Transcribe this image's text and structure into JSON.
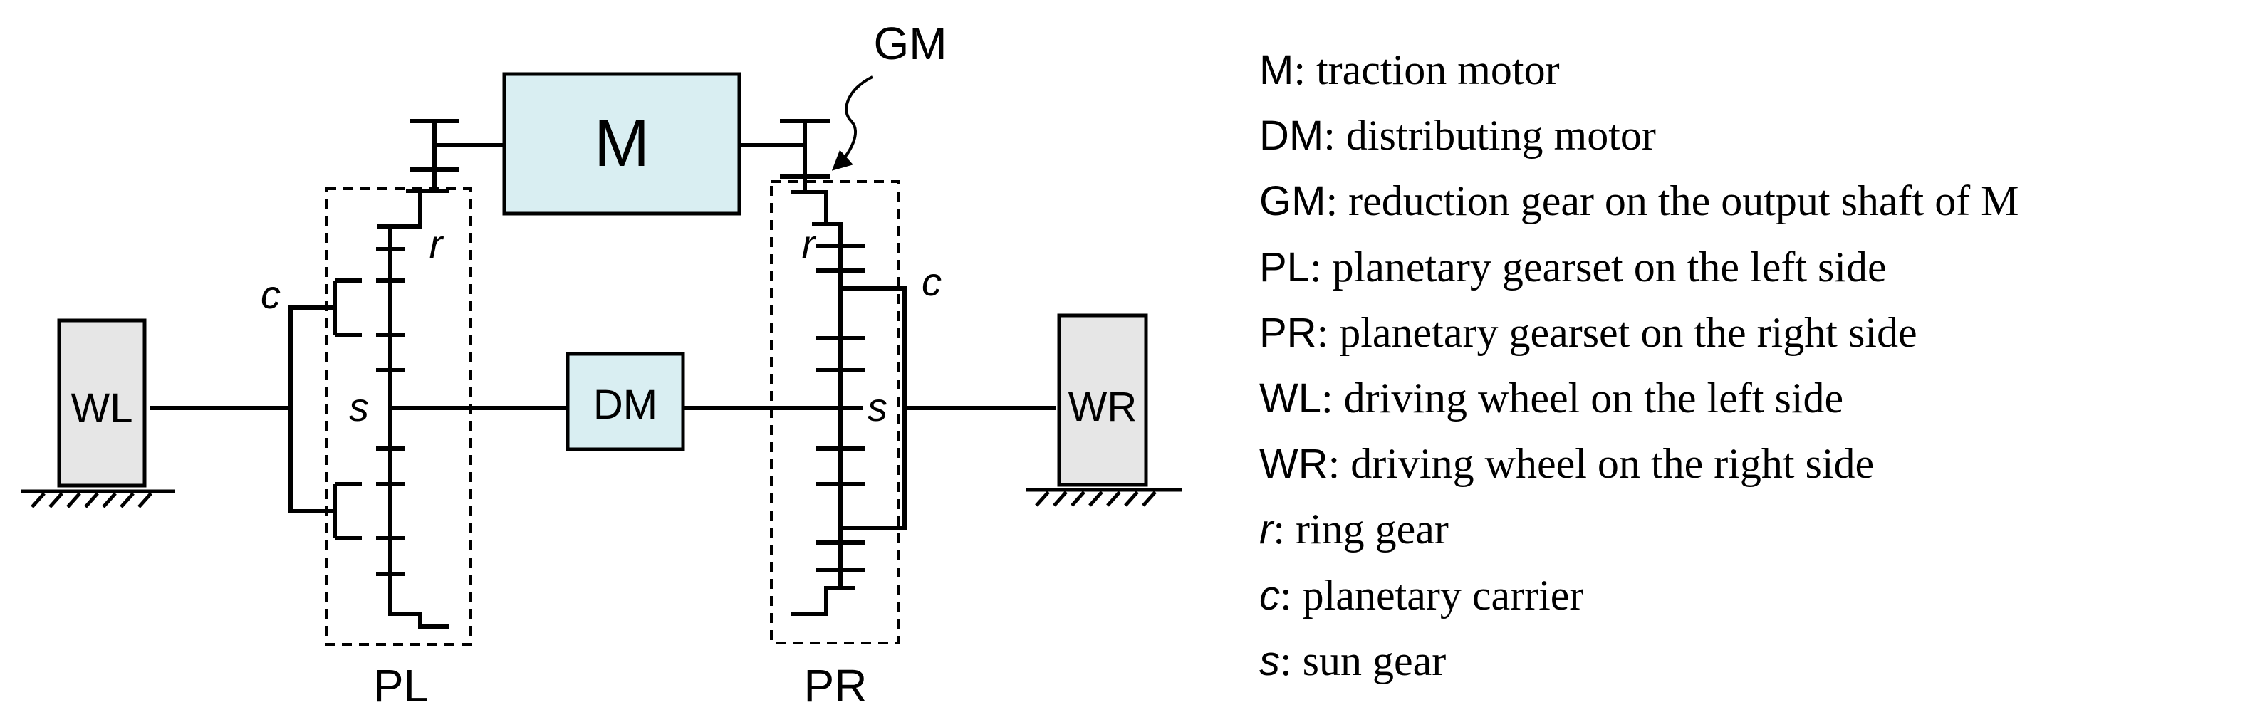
{
  "diagram": {
    "blocks": {
      "motor": "M",
      "distributing_motor": "DM",
      "wheel_left": "WL",
      "wheel_right": "WR"
    },
    "labels": {
      "gm": "GM",
      "pl": "PL",
      "pr": "PR",
      "r_left": "r",
      "c_left": "c",
      "s_left": "s",
      "r_right": "r",
      "c_right": "c",
      "s_right": "s"
    },
    "colors": {
      "motor_fill": "#d9eef2",
      "wheel_fill": "#e6e6e6",
      "line": "#000000"
    }
  },
  "legend": [
    {
      "key": "M",
      "italic": false,
      "text": ": traction motor"
    },
    {
      "key": "DM",
      "italic": false,
      "text": ": distributing motor"
    },
    {
      "key": "GM",
      "italic": false,
      "text": ": reduction gear on the output shaft of M"
    },
    {
      "key": "PL",
      "italic": false,
      "text": ": planetary gearset on the left side"
    },
    {
      "key": "PR",
      "italic": false,
      "text": ": planetary gearset on the right side"
    },
    {
      "key": "WL",
      "italic": false,
      "text": ": driving wheel on the left side"
    },
    {
      "key": "WR",
      "italic": false,
      "text": ": driving wheel on the right side"
    },
    {
      "key": "r",
      "italic": true,
      "text": ": ring gear"
    },
    {
      "key": "c",
      "italic": true,
      "text": ": planetary carrier"
    },
    {
      "key": "s",
      "italic": true,
      "text": ": sun gear"
    }
  ]
}
